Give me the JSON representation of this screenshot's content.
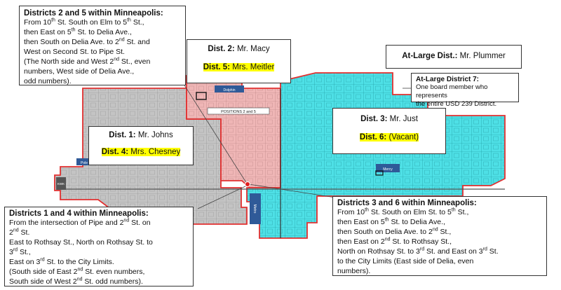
{
  "map_labels": {
    "dolphin": "Dolphin",
    "positions": "POSITIONS 2 and 5",
    "pole": "Pole",
    "kwk": "KWK",
    "mercy": "Mercy",
    "metro": "Metro"
  },
  "box_d25": {
    "title": "Districts 2 and 5 within Minneapolis:",
    "line1": "From 10",
    "line1_sup": "th",
    "line1_b": " St. South on Elm to 5",
    "line1_sup2": "th",
    "line1_c": " St.,",
    "line2": "then East on 5",
    "line2_sup": "th",
    "line2_b": " St. to Delia Ave.,",
    "line3": "then South on Delia Ave. to 2",
    "line3_sup": "nd",
    "line3_b": " St. and",
    "line4": "West on Second St. to Pipe St.",
    "line5": "(The North side and West 2",
    "line5_sup": "nd",
    "line5_b": " St., even",
    "line6": "numbers, West side of Delia Ave.,",
    "line7": "odd numbers)."
  },
  "box_dist2": {
    "label": "Dist. 2:",
    "name": "Mr. Macy",
    "label5": "Dist. 5:",
    "name5": "Mrs. Meitler"
  },
  "box_atlarge": {
    "label": "At-Large Dist.:",
    "name": "Mr. Plummer"
  },
  "box_atlarge7": {
    "title": "At-Large District 7:",
    "line1": "One board member who represents",
    "line2": "the entire USD 239 District."
  },
  "box_dist1": {
    "label": "Dist. 1:",
    "name": "Mr. Johns",
    "label4": "Dist. 4:",
    "name4": "Mrs. Chesney"
  },
  "box_dist3": {
    "label": "Dist. 3:",
    "name": "Mr. Just",
    "label6": "Dist. 6:",
    "name6": "(Vacant)"
  },
  "box_d14": {
    "title": "Districts 1 and 4 within Minneapolis:",
    "line1": "From the intersection of Pipe and 2",
    "line1_sup": "nd",
    "line1_b": " St. on",
    "line2": "2",
    "line2_sup": "nd",
    "line2_b": " St.",
    "line3": "East to Rothsay St., North on Rothsay St. to",
    "line4": "3",
    "line4_sup": "rd",
    "line4_b": " St.,",
    "line5": "East on 3",
    "line5_sup": "rd",
    "line5_b": " St. to the City Limits.",
    "line6": "(South side of East 2",
    "line6_sup": "nd",
    "line6_b": " St. even numbers,",
    "line7": "South side of West 2",
    "line7_sup": "nd",
    "line7_b": " St. odd numbers)."
  },
  "box_d36": {
    "title": "Districts 3 and 6 within Minneapolis:",
    "line1": "From 10",
    "line1_sup": "th",
    "line1_b": " St. South on Elm St. to 5",
    "line1_sup2": "th",
    "line1_c": " St.,",
    "line2": "then East on 5",
    "line2_sup": "th",
    "line2_b": " St. to Delia Ave.,",
    "line3": "then South on Delia Ave. to 2",
    "line3_sup": "nd",
    "line3_b": " St.,",
    "line4": "then East on 2",
    "line4_sup": "nd",
    "line4_b": " St. to Rothsay St.,",
    "line5": "North on Rothsay St. to 3",
    "line5_sup": "rd",
    "line5_b": " St. and East on 3",
    "line5_sup2": "rd",
    "line5_c": " St.",
    "line6": "to the City Limits (East side of Delia, even",
    "line7": "numbers)."
  },
  "colors": {
    "gray_district": "#c4c4c4",
    "pink_district": "#efb6b6",
    "cyan_district": "#4ee0e6",
    "boundary": "#e23030",
    "highlight": "#ffff00"
  },
  "icons": [
    "location-pin-icon"
  ]
}
